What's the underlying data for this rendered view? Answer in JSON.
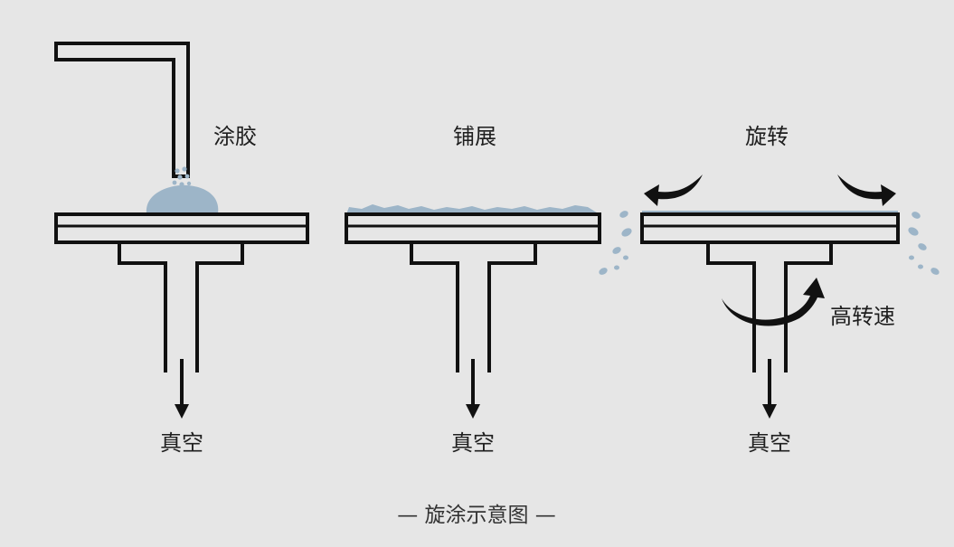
{
  "stages": [
    {
      "label": "涂胶",
      "bottom_label": "真空"
    },
    {
      "label": "铺展",
      "bottom_label": "真空"
    },
    {
      "label": "旋转",
      "bottom_label": "真空"
    }
  ],
  "rotation_label": "高转速",
  "caption": "— 旋涂示意图 —",
  "colors": {
    "background": "#e6e6e6",
    "line": "#111111",
    "photoresist": "#9db5c8"
  }
}
